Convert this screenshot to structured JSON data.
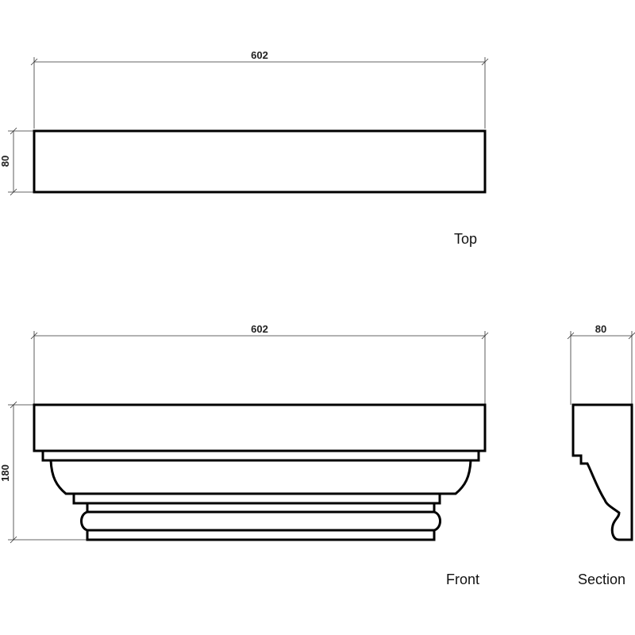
{
  "top_view": {
    "width_dim": "602",
    "depth_dim": "80",
    "label": "Top"
  },
  "front_view": {
    "width_dim": "602",
    "height_dim": "180",
    "label": "Front"
  },
  "section_view": {
    "depth_dim": "80",
    "label": "Section"
  }
}
